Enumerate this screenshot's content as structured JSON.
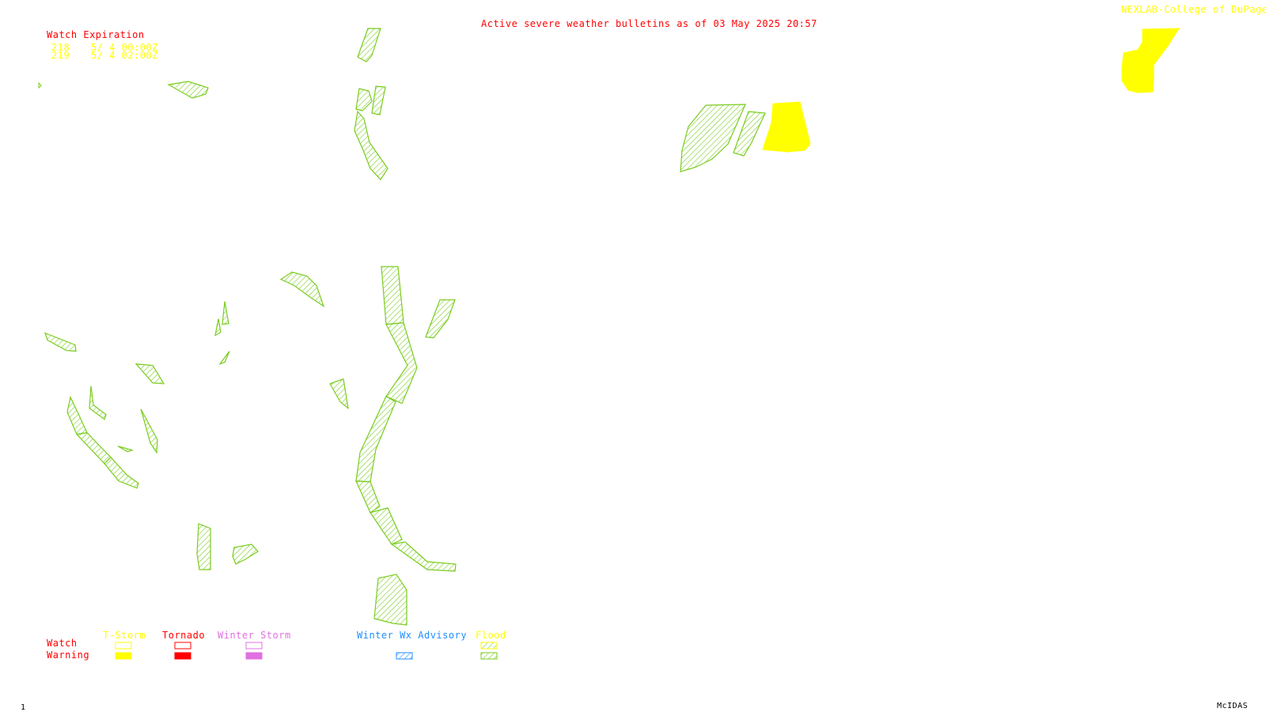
{
  "header": {
    "title": "Active severe weather bulletins as of 03 May 2025 20:57",
    "credit": "NEXLAB-College of DuPage E"
  },
  "watch_expiration": {
    "heading": "Watch Expiration",
    "rows": [
      {
        "id": "218",
        "time": "5/ 4 00:00Z"
      },
      {
        "id": "219",
        "time": "5/ 4 02:00Z"
      }
    ]
  },
  "legend": {
    "row_labels": {
      "watch": "Watch",
      "warning": "Warning"
    },
    "columns": [
      {
        "label": "T-Storm",
        "color": "#ffff00",
        "watch": "outline",
        "warning": "solid"
      },
      {
        "label": "Tornado",
        "color": "#ff0000",
        "watch": "outline",
        "warning": "solid"
      },
      {
        "label": "Winter Storm",
        "color": "#e070e0",
        "watch": "outline",
        "warning": "solid"
      },
      {
        "label": "Winter Wx Advisory",
        "color": "#1e90ff",
        "watch": "none",
        "warning": "hatched"
      },
      {
        "label": "Flood",
        "color": "#7acc20",
        "watch": "hatched",
        "warning": "hatched"
      }
    ]
  },
  "footer": {
    "frame_number": "1",
    "software": "McIDAS"
  },
  "colors": {
    "flood_warning": "#7acc20",
    "tstorm_warning": "#ffff00",
    "text_red": "#ff0000",
    "text_yellow": "#ffff00"
  }
}
